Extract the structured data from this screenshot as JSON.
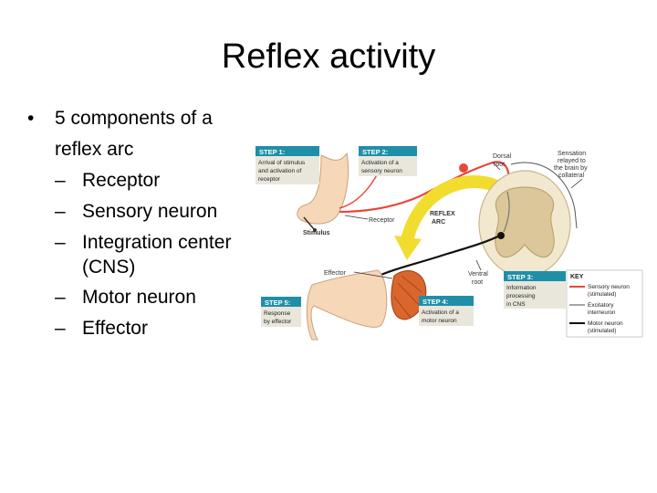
{
  "slide": {
    "title": "Reflex activity",
    "bullet_main": "5 components of a",
    "bullet_main_cont": "reflex arc",
    "bullet_marker": "•",
    "dash_marker": "–",
    "sub_bullets": [
      "Receptor",
      "Sensory neuron",
      "Integration center",
      "Motor neuron",
      "Effector"
    ],
    "integration_cont": "(CNS)"
  },
  "diagram": {
    "step1": {
      "header": "STEP 1:",
      "line1": "Arrival of stimulus",
      "line2": "and activation of",
      "line3": "receptor"
    },
    "step2": {
      "header": "STEP 2:",
      "line1": "Activation of a",
      "line2": "sensory neuron"
    },
    "step3": {
      "header": "STEP 3:",
      "line1": "Information",
      "line2": "processing",
      "line3": "in CNS"
    },
    "step4": {
      "header": "STEP 4:",
      "line1": "Activation of a",
      "line2": "motor neuron"
    },
    "step5": {
      "header": "STEP 5:",
      "line1": "Response",
      "line2": "by effector"
    },
    "labels": {
      "dorsal_root_1": "Dorsal",
      "dorsal_root_2": "root",
      "sensation_1": "Sensation",
      "sensation_2": "relayed to",
      "sensation_3": "the brain by",
      "sensation_4": "collateral",
      "receptor": "Receptor",
      "reflex_1": "REFLEX",
      "reflex_2": "ARC",
      "stimulus": "Stimulus",
      "effector": "Effector",
      "ventral_root_1": "Ventral",
      "ventral_root_2": "root"
    },
    "key": {
      "title": "KEY",
      "sensory_1": "Sensory neuron",
      "sensory_2": "(stimulated)",
      "excitatory_1": "Excitatory",
      "excitatory_2": "interneuron",
      "motor_1": "Motor neuron",
      "motor_2": "(stimulated)"
    },
    "colors": {
      "step_header": "#1f8fa8",
      "step_body": "#e9e7dc",
      "sensory": "#e8473a",
      "motor": "#111111",
      "arc_arrow": "#f2dc2e",
      "skin": "#f6d7b8",
      "muscle": "#d8662d",
      "spinal_cord": "#f1e8cf",
      "gray_matter": "#dcc79a"
    }
  }
}
